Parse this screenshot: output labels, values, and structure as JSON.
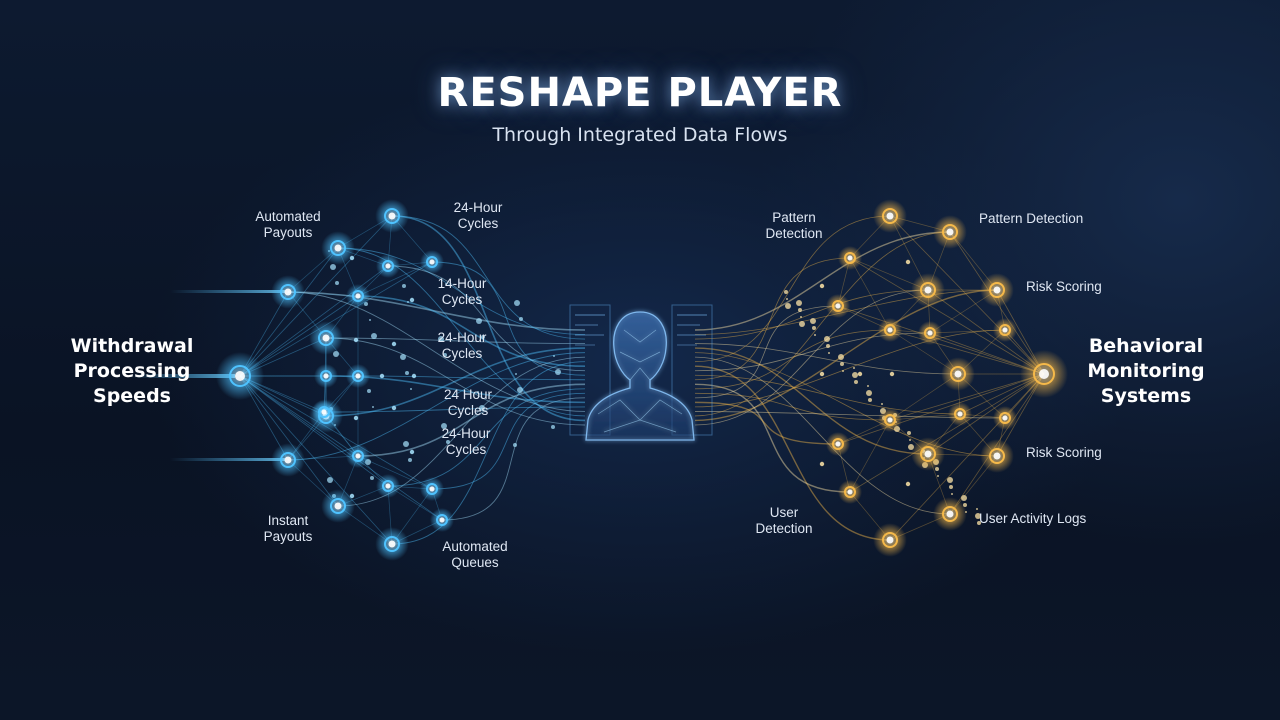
{
  "header": {
    "title": "RESHAPE PLAYER",
    "subtitle": "Through Integrated Data Flows"
  },
  "left_hub": {
    "label": "Withdrawal\nProcessing\nSpeeds"
  },
  "right_hub": {
    "label": "Behavioral\nMonitoring\nSystems"
  },
  "left_labels": [
    "Automated\nPayouts",
    "24-Hour\nCycles",
    "14-Hour\nCycles",
    "24-Hour\nCycles",
    "24 Hour\nCycles",
    "24-Hour\nCycles",
    "Instant\nPayouts",
    "Automated\nQueues"
  ],
  "right_labels": [
    "Pattern\nDetection",
    "Pattern Detection",
    "Risk Scoring",
    "Risk Scoring",
    "User\nDetection",
    "User Activity Logs"
  ],
  "colors": {
    "blue": "#4fc3ff",
    "blue_glow": "#a8e4ff",
    "gold": "#f5b94a",
    "gold_glow": "#ffe6a8",
    "text": "#dfe7f3"
  },
  "icons": {
    "center": "person-silhouette-icon"
  }
}
